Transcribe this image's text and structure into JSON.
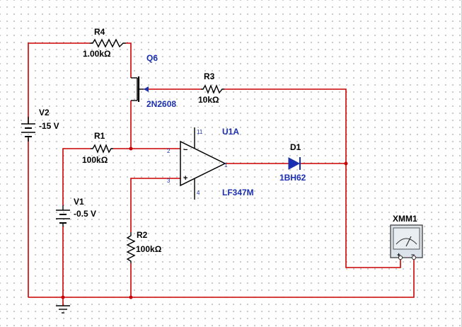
{
  "components": {
    "r4": {
      "ref": "R4",
      "value": "1.00kΩ"
    },
    "q6": {
      "ref": "Q6",
      "model": "2N2608"
    },
    "r3": {
      "ref": "R3",
      "value": "10kΩ"
    },
    "v2": {
      "ref": "V2",
      "value": "-15 V"
    },
    "r1": {
      "ref": "R1",
      "value": "100kΩ"
    },
    "u1a": {
      "ref": "U1A",
      "model": "LF347M",
      "pin_v_pos": "11",
      "pin_v_neg": "4",
      "pin_inv": "2",
      "pin_noninv": "3",
      "pin_out": "1",
      "sign_inv": "−",
      "sign_noninv": "+"
    },
    "d1": {
      "ref": "D1",
      "model": "1BH62"
    },
    "v1": {
      "ref": "V1",
      "value": "-0.5 V"
    },
    "r2": {
      "ref": "R2",
      "value": "100kΩ"
    },
    "xmm1": {
      "ref": "XMM1",
      "plus": "+",
      "minus": "−"
    }
  },
  "colors": {
    "wire": "#cc0000",
    "label_blue": "#1a2fb0",
    "component": "#000000"
  }
}
